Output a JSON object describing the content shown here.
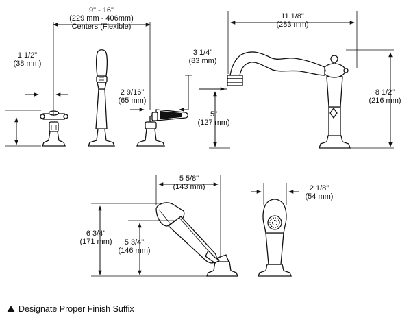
{
  "dimensions": {
    "centers_in": "9\" - 16\"",
    "centers_mm": "(229 mm - 406mm)",
    "centers_note": "Centers (Flexible)",
    "handle_width_in": "1 1/2\"",
    "handle_width_mm": "(38 mm)",
    "lever_width_in": "2 9/16\"",
    "lever_width_mm": "(65 mm)",
    "spout_offset_in": "3 1/4\"",
    "spout_offset_mm": "(83 mm)",
    "spout_reach_in": "11 1/8\"",
    "spout_reach_mm": "(283 mm)",
    "spout_clearance_in": "5\"",
    "spout_clearance_mm": "(127 mm)",
    "spout_height_in": "8 1/2\"",
    "spout_height_mm": "(216 mm)",
    "handshower_reach_in": "5 5/8\"",
    "handshower_reach_mm": "(143 mm)",
    "handshower_height_in": "6 3/4\"",
    "handshower_height_mm": "(171 mm)",
    "handshower_holder_in": "5 3/4\"",
    "handshower_holder_mm": "(146 mm)",
    "handshower_width_in": "2 1/8\"",
    "handshower_width_mm": "(54 mm)"
  },
  "footnote": "Designate Proper Finish Suffix"
}
